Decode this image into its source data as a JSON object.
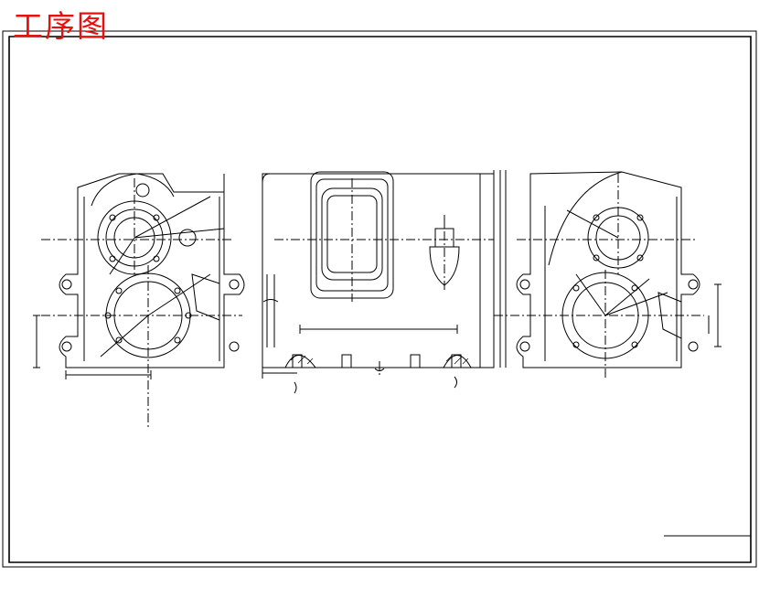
{
  "header": {
    "title": "工序图"
  },
  "colors": {
    "line": "#000000",
    "title": "#e8110f",
    "background": "#ffffff"
  },
  "views": [
    "front-view",
    "section-view",
    "rear-view"
  ]
}
